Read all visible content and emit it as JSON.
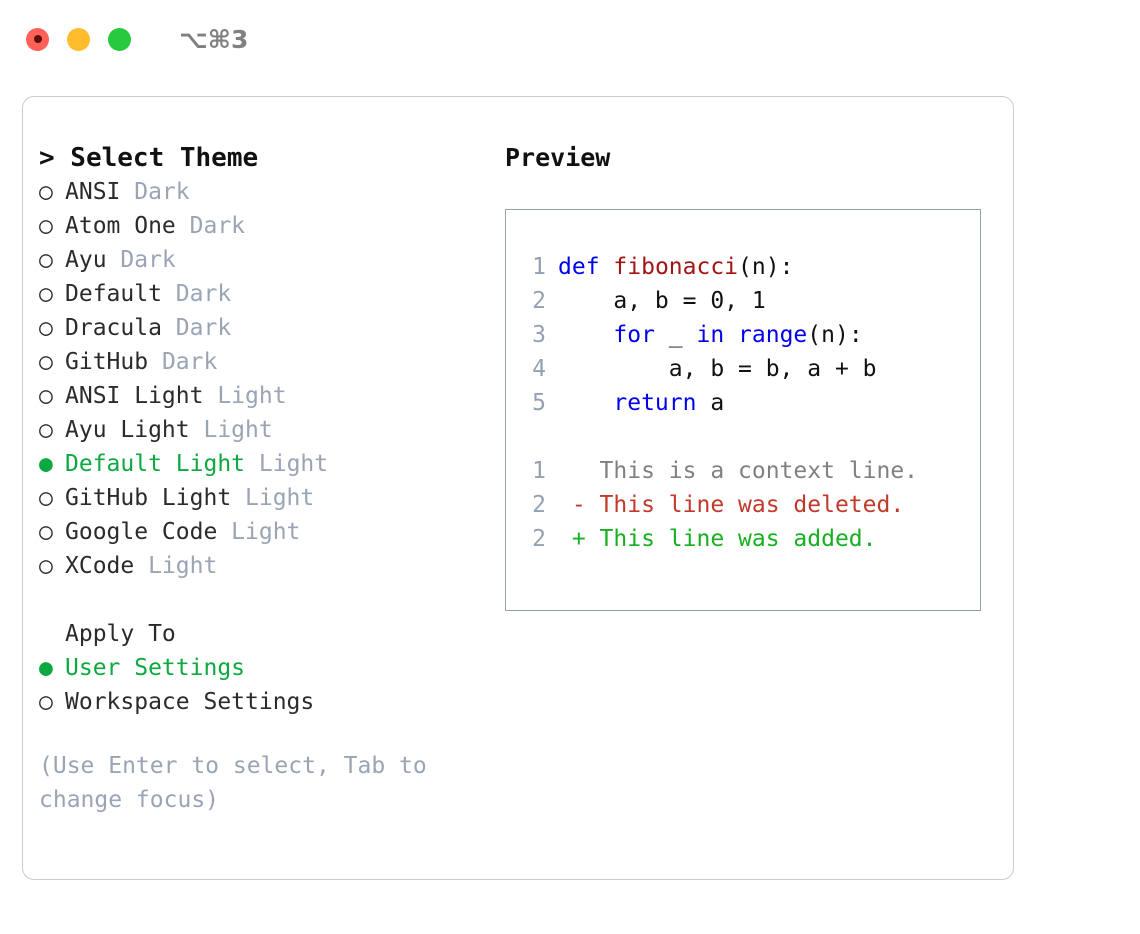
{
  "titlebar": {
    "shortcut": "⌥⌘3",
    "buttons": [
      "close",
      "minimize",
      "maximize"
    ]
  },
  "theme_picker": {
    "header": "> Select Theme",
    "selected_theme": "Default Light",
    "bullet_selected": "●",
    "bullet_unselected": "○",
    "items": [
      {
        "name": "ANSI",
        "category": "Dark",
        "selected": false
      },
      {
        "name": "Atom One",
        "category": "Dark",
        "selected": false
      },
      {
        "name": "Ayu",
        "category": "Dark",
        "selected": false
      },
      {
        "name": "Default",
        "category": "Dark",
        "selected": false
      },
      {
        "name": "Dracula",
        "category": "Dark",
        "selected": false
      },
      {
        "name": "GitHub",
        "category": "Dark",
        "selected": false
      },
      {
        "name": "ANSI Light",
        "category": "Light",
        "selected": false
      },
      {
        "name": "Ayu Light",
        "category": "Light",
        "selected": false
      },
      {
        "name": "Default Light",
        "category": "Light",
        "selected": true
      },
      {
        "name": "GitHub Light",
        "category": "Light",
        "selected": false
      },
      {
        "name": "Google Code",
        "category": "Light",
        "selected": false
      },
      {
        "name": "XCode",
        "category": "Light",
        "selected": false
      }
    ]
  },
  "apply_to": {
    "label": "Apply To",
    "selected_option": "User Settings",
    "options": [
      {
        "name": "User Settings",
        "selected": true
      },
      {
        "name": "Workspace Settings",
        "selected": false
      }
    ]
  },
  "hint": "(Use Enter to select, Tab to change focus)",
  "preview": {
    "title": "Preview",
    "code_lines": [
      {
        "n": "1",
        "tokens": [
          {
            "t": "def",
            "c": "kw"
          },
          {
            "t": " ",
            "c": "plain"
          },
          {
            "t": "fibonacci",
            "c": "fn"
          },
          {
            "t": "(n):",
            "c": "plain"
          }
        ]
      },
      {
        "n": "2",
        "tokens": [
          {
            "t": "    a, b = 0, 1",
            "c": "plain"
          }
        ]
      },
      {
        "n": "3",
        "tokens": [
          {
            "t": "    ",
            "c": "plain"
          },
          {
            "t": "for",
            "c": "kw"
          },
          {
            "t": " _ ",
            "c": "plain"
          },
          {
            "t": "in",
            "c": "kw"
          },
          {
            "t": " ",
            "c": "plain"
          },
          {
            "t": "range",
            "c": "kw"
          },
          {
            "t": "(n):",
            "c": "plain"
          }
        ]
      },
      {
        "n": "4",
        "tokens": [
          {
            "t": "        a, b = b, a + b",
            "c": "plain"
          }
        ]
      },
      {
        "n": "5",
        "tokens": [
          {
            "t": "    ",
            "c": "plain"
          },
          {
            "t": "return",
            "c": "kw"
          },
          {
            "t": " a",
            "c": "plain"
          }
        ]
      }
    ],
    "diff_lines": [
      {
        "n": "1",
        "marker": " ",
        "text": "This is a context line.",
        "kind": "ctx"
      },
      {
        "n": "2",
        "marker": "-",
        "text": "This line was deleted.",
        "kind": "del"
      },
      {
        "n": "2",
        "marker": "+",
        "text": "This line was added.",
        "kind": "add"
      }
    ]
  },
  "colors": {
    "accent_green": "#0ba93f",
    "muted": "#9aa4b4",
    "keyword_blue": "#0000ee",
    "function_red": "#a31515",
    "diff_deleted": "#c0392b",
    "diff_added": "#16b020",
    "panel_border": "#93a1b3",
    "dialog_border": "#c9ccd3"
  }
}
